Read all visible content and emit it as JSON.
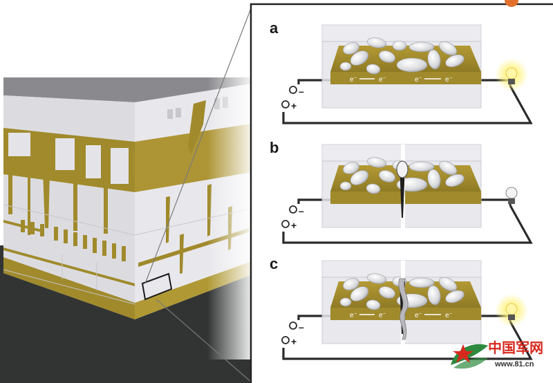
{
  "panels": [
    {
      "id": "a",
      "label": "a",
      "cracked": false,
      "healed": false,
      "bulb_lit": true,
      "electron_labels": [
        "e⁻",
        "e⁻",
        "e⁻",
        "e⁻"
      ]
    },
    {
      "id": "b",
      "label": "b",
      "cracked": true,
      "healed": false,
      "bulb_lit": false,
      "electron_labels": []
    },
    {
      "id": "c",
      "label": "c",
      "cracked": true,
      "healed": true,
      "bulb_lit": true,
      "electron_labels": [
        "e⁻",
        "e⁻",
        "e⁻",
        "e⁻"
      ]
    }
  ],
  "terminals": {
    "negative": "–",
    "positive": "+"
  },
  "watermark": {
    "cn": "中国军网",
    "url": "www.81.cn"
  },
  "colors": {
    "gold": "#a08a2c",
    "gold_dark": "#7c6a1e",
    "wall_light": "#e4e4e8",
    "wall_shade": "#c9c9cf",
    "roof": "#8a8a8e",
    "ground": "#323434",
    "wire": "#2a2a2a",
    "watermark_red": "#d7291e",
    "bulb_glow": "#fff27a"
  }
}
